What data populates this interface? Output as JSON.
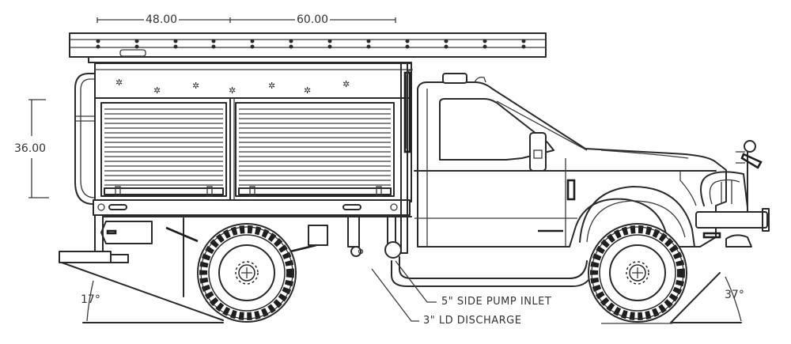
{
  "drawing": {
    "subject": "brush truck side elevation",
    "line_color": "#2a2a2a",
    "background": "#ffffff"
  },
  "dimensions": {
    "rear_compartment_width": "48.00",
    "front_compartment_width": "60.00",
    "compartment_height": "36.00",
    "departure_angle": "17°",
    "approach_angle": "37°"
  },
  "callouts": {
    "side_pump_inlet": "5\" SIDE PUMP INLET",
    "ld_discharge": "3\" LD DISCHARGE"
  }
}
